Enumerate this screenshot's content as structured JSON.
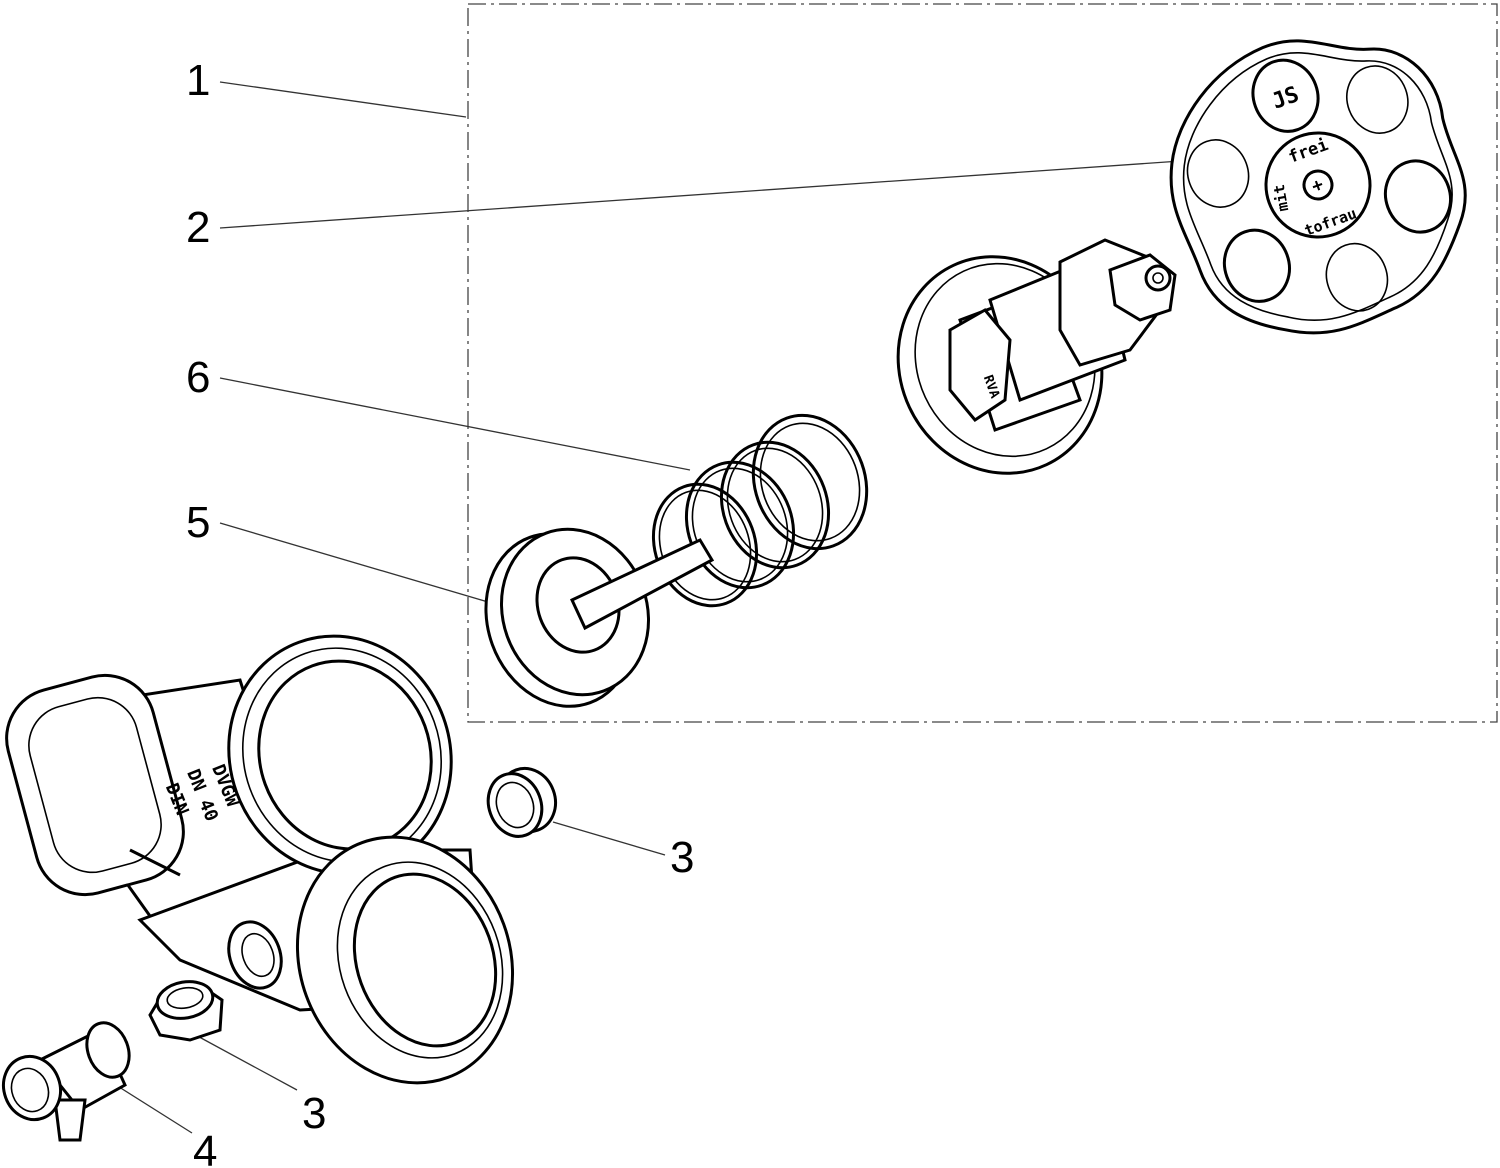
{
  "title": "Exploded parts diagram",
  "callouts": [
    {
      "id": "callout-1",
      "label": "1"
    },
    {
      "id": "callout-2",
      "label": "2"
    },
    {
      "id": "callout-6",
      "label": "6"
    },
    {
      "id": "callout-5",
      "label": "5"
    },
    {
      "id": "callout-3a",
      "label": "3"
    },
    {
      "id": "callout-3b",
      "label": "3"
    },
    {
      "id": "callout-4",
      "label": "4"
    }
  ],
  "part_markings": {
    "handwheel_top": "frei",
    "handwheel_side": "mit",
    "handwheel_bottom": "tofrau",
    "handwheel_logo": "JS",
    "bonnet": "RVA",
    "body_line1": "DVGW",
    "body_line2": "DN 40",
    "body_line3": "DIN"
  }
}
